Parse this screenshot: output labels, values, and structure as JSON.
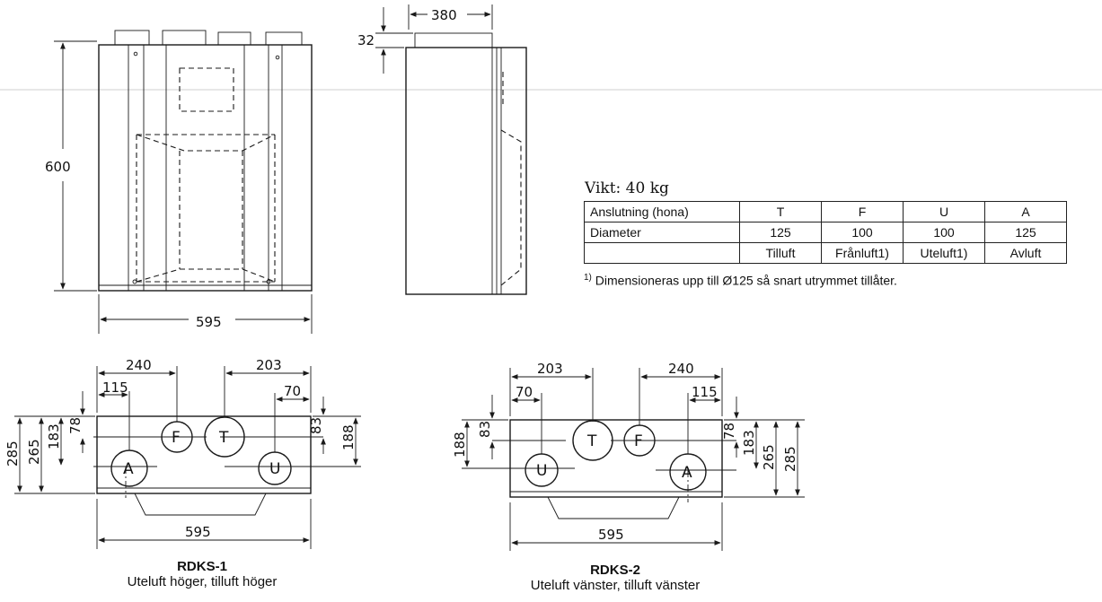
{
  "front_view": {
    "height_label": "600",
    "width_label": "595"
  },
  "side_view": {
    "depth_label": "380",
    "stub_label": "32"
  },
  "weight_text": "Vikt: 40 kg",
  "spec_table": {
    "rows": [
      [
        "Anslutning (hona)",
        "T",
        "F",
        "U",
        "A"
      ],
      [
        "Diameter",
        "125",
        "100",
        "100",
        "125"
      ],
      [
        "",
        "Tilluft",
        "Frånluft1)",
        "Uteluft1)",
        "Avluft"
      ]
    ]
  },
  "footnote": {
    "marker": "1)",
    "text": "Dimensioneras upp till Ø125 så snart utrymmet tillåter."
  },
  "rdks1": {
    "dims": {
      "d240": "240",
      "d115": "115",
      "d203": "203",
      "d70": "70",
      "d285": "285",
      "d265": "265",
      "d183": "183",
      "d78": "78",
      "d83": "83",
      "d188": "188",
      "d595": "595"
    },
    "ports": [
      "A",
      "F",
      "T",
      "U"
    ],
    "title": "RDKS-1",
    "subtitle": "Uteluft höger, tilluft höger"
  },
  "rdks2": {
    "dims": {
      "d203": "203",
      "d240": "240",
      "d70": "70",
      "d115": "115",
      "d188": "188",
      "d83": "83",
      "d78": "78",
      "d183": "183",
      "d265": "265",
      "d285": "285",
      "d595": "595"
    },
    "ports": [
      "U",
      "T",
      "F",
      "A"
    ],
    "title": "RDKS-2",
    "subtitle": "Uteluft vänster, tilluft vänster"
  }
}
